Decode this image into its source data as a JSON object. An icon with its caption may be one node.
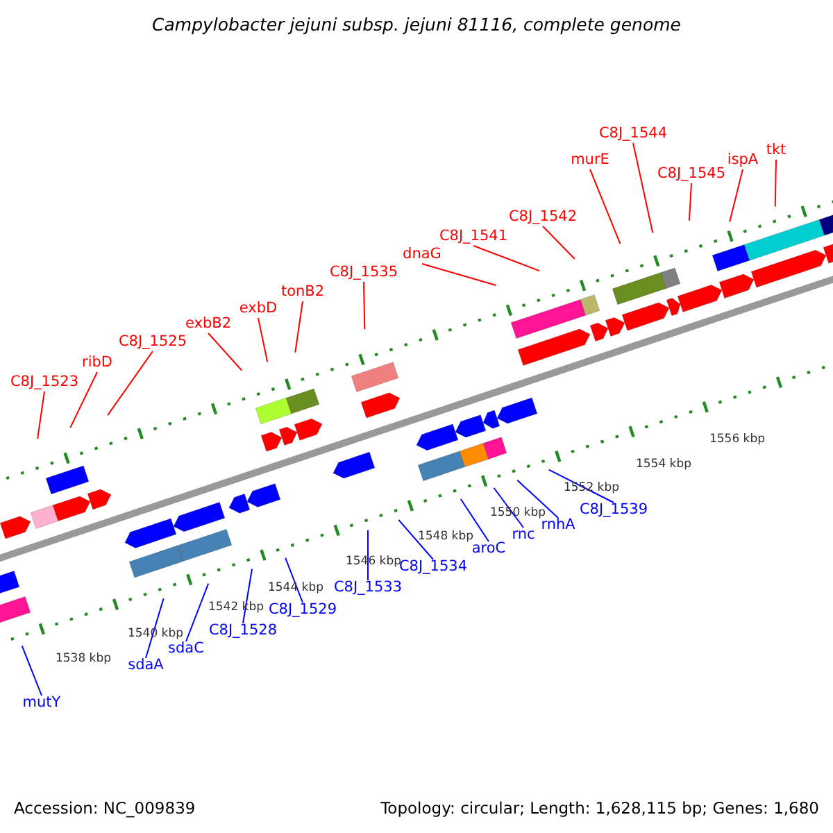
{
  "diagram": {
    "title": "Campylobacter jejuni subsp. jejuni 81116, complete genome",
    "nodes": [
      {
        "text": [
          "C8J_1523"
        ]
      },
      {
        "text": [
          "ribD"
        ]
      },
      {
        "text": [
          "C8J_1525"
        ]
      },
      {
        "text": [
          "exbB2"
        ]
      },
      {
        "text": [
          "exbD"
        ]
      },
      {
        "text": [
          "tonB2"
        ]
      },
      {
        "text": [
          "C8J_1535"
        ]
      },
      {
        "text": [
          "dnaG"
        ]
      },
      {
        "text": [
          "C8J_1541"
        ]
      },
      {
        "text": [
          "C8J_1542"
        ]
      },
      {
        "text": [
          "murE"
        ]
      },
      {
        "text": [
          "C8J_1544"
        ]
      },
      {
        "text": [
          "C8J_1545"
        ]
      },
      {
        "text": [
          "ispA"
        ]
      },
      {
        "text": [
          "tkt"
        ]
      },
      {
        "text": [
          "mutY"
        ]
      },
      {
        "text": [
          "sdaA"
        ]
      },
      {
        "text": [
          "sdaC"
        ]
      },
      {
        "text": [
          "C8J_1528"
        ]
      },
      {
        "text": [
          "C8J_1529"
        ]
      },
      {
        "text": [
          "C8J_1533"
        ]
      },
      {
        "text": [
          "C8J_1534"
        ]
      },
      {
        "text": [
          "aroC"
        ]
      },
      {
        "text": [
          "rnc"
        ]
      },
      {
        "text": [
          "rnhA"
        ]
      },
      {
        "text": [
          "C8J_1539"
        ]
      }
    ],
    "edges": [
      {
        "from": 0,
        "to": null,
        "arrow": "none"
      },
      {
        "from": 1,
        "to": null,
        "arrow": "none"
      },
      {
        "from": 2,
        "to": null,
        "arrow": "none"
      },
      {
        "from": 3,
        "to": null,
        "arrow": "none"
      },
      {
        "from": 4,
        "to": null,
        "arrow": "none"
      },
      {
        "from": 5,
        "to": null,
        "arrow": "none"
      },
      {
        "from": 6,
        "to": null,
        "arrow": "none"
      },
      {
        "from": 7,
        "to": null,
        "arrow": "none"
      },
      {
        "from": 8,
        "to": null,
        "arrow": "none"
      },
      {
        "from": 9,
        "to": null,
        "arrow": "none"
      },
      {
        "from": 10,
        "to": null,
        "arrow": "none"
      },
      {
        "from": 11,
        "to": null,
        "arrow": "none"
      },
      {
        "from": 12,
        "to": null,
        "arrow": "none"
      },
      {
        "from": 13,
        "to": null,
        "arrow": "none"
      },
      {
        "from": 14,
        "to": null,
        "arrow": "none"
      },
      {
        "from": 15,
        "to": null,
        "arrow": "none",
        "color": "#0000ff"
      },
      {
        "from": 16,
        "to": null,
        "arrow": "none",
        "color": "#0000ff"
      },
      {
        "from": 17,
        "to": null,
        "arrow": "none",
        "color": "#0000ff"
      },
      {
        "from": 18,
        "to": null,
        "arrow": "none",
        "color": "#0000ff"
      },
      {
        "from": 19,
        "to": null,
        "arrow": "none",
        "color": "#0000ff"
      },
      {
        "from": 20,
        "to": null,
        "arrow": "none",
        "color": "#0000ff"
      },
      {
        "from": 21,
        "to": null,
        "arrow": "none",
        "color": "#0000ff"
      },
      {
        "from": 22,
        "to": null,
        "arrow": "none",
        "color": "#0000ff"
      },
      {
        "from": 23,
        "to": null,
        "arrow": "none",
        "color": "#0000ff"
      },
      {
        "from": 24,
        "to": null,
        "arrow": "none",
        "color": "#0000ff"
      },
      {
        "from": 25,
        "to": null,
        "arrow": "none",
        "color": "#0000ff"
      }
    ],
    "labels": [
      "1538 kbp",
      "1540 kbp",
      "1542 kbp",
      "1544 kbp",
      "1546 kbp",
      "1548 kbp",
      "1550 kbp",
      "1552 kbp",
      "1554 kbp",
      "1556 kbp",
      "Accession: NC_009839",
      "Topology: circular; Length: 1,628,115 bp; Genes: 1,680"
    ]
  }
}
